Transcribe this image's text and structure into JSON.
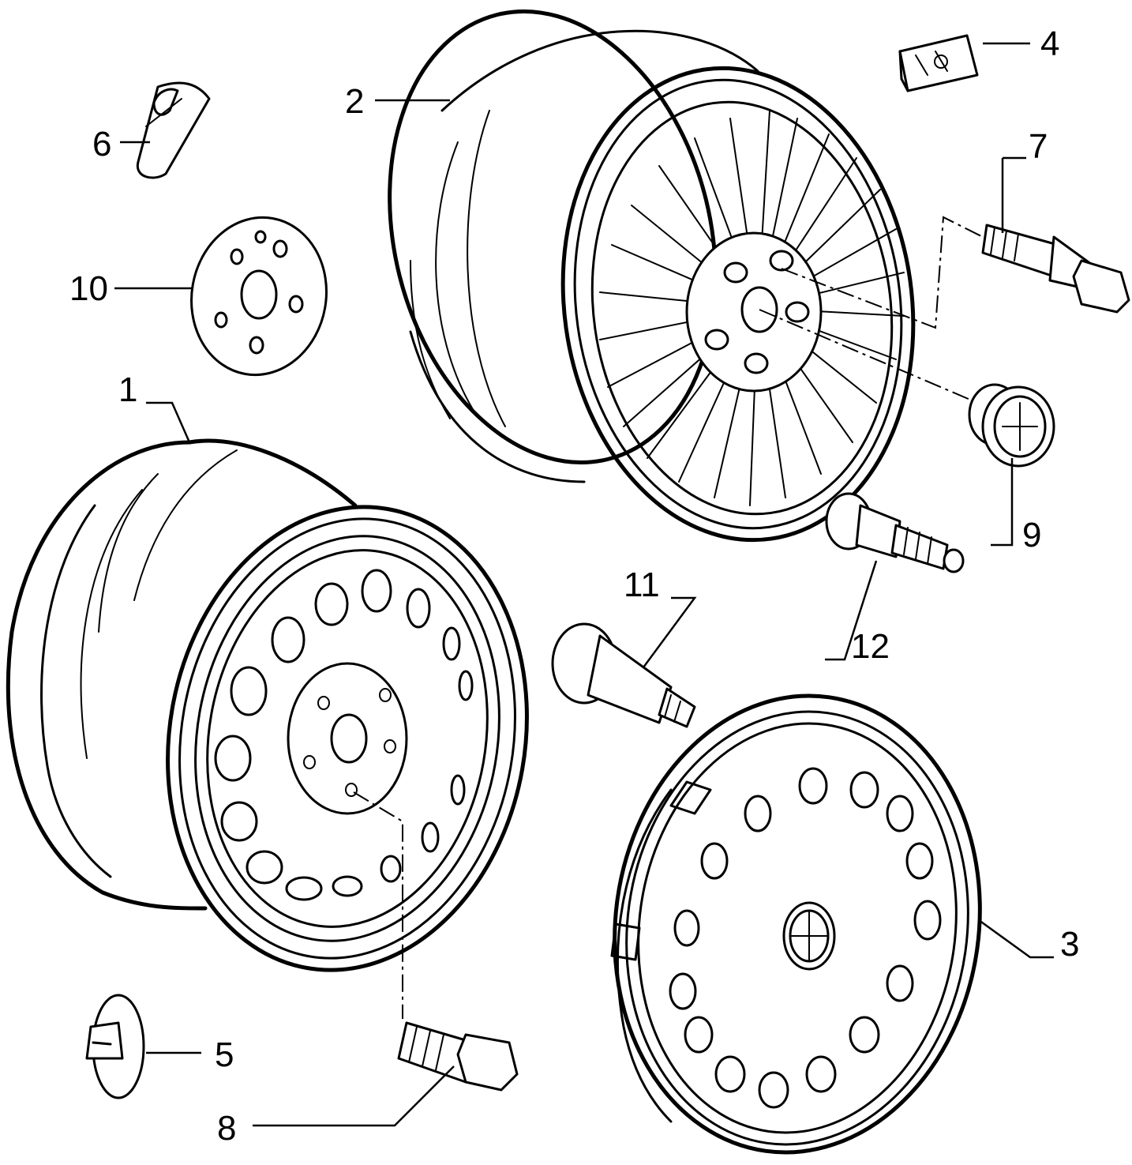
{
  "labels": {
    "p1": "1",
    "p2": "2",
    "p3": "3",
    "p4": "4",
    "p5": "5",
    "p6": "6",
    "p7": "7",
    "p8": "8",
    "p9": "9",
    "p10": "10",
    "p11": "11",
    "p12": "12"
  },
  "parts": [
    {
      "number": "1",
      "depicts": "steel-wheel-rim"
    },
    {
      "number": "2",
      "depicts": "alloy-wheel-rim"
    },
    {
      "number": "3",
      "depicts": "wheel-hubcap"
    },
    {
      "number": "4",
      "depicts": "balance-weight"
    },
    {
      "number": "5",
      "depicts": "weight-clip"
    },
    {
      "number": "6",
      "depicts": "clip"
    },
    {
      "number": "7",
      "depicts": "alloy-wheel-bolt"
    },
    {
      "number": "8",
      "depicts": "steel-wheel-bolt"
    },
    {
      "number": "9",
      "depicts": "center-cap"
    },
    {
      "number": "10",
      "depicts": "spacer-disc"
    },
    {
      "number": "11",
      "depicts": "tire-valve"
    },
    {
      "number": "12",
      "depicts": "metal-tire-valve"
    }
  ]
}
